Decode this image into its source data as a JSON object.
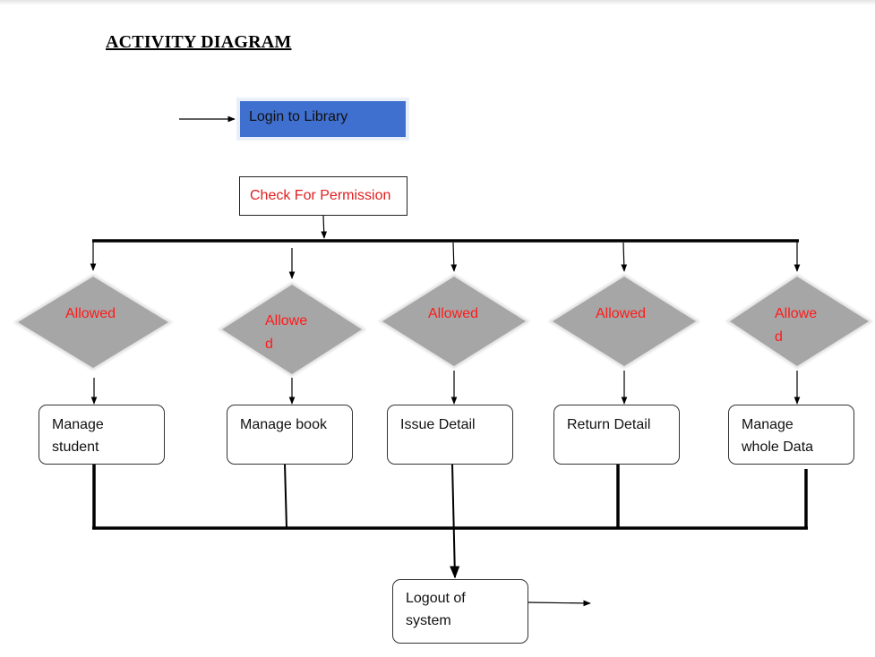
{
  "title": "ACTIVITY DIAGRAM",
  "nodes": {
    "login": "Login to Library",
    "check_permission": "Check For Permission",
    "decisions": [
      {
        "line1": "Allowed",
        "line2": ""
      },
      {
        "line1": "Allowe",
        "line2": "d"
      },
      {
        "line1": "Allowed",
        "line2": ""
      },
      {
        "line1": "Allowed",
        "line2": ""
      },
      {
        "line1": "Allowe",
        "line2": "d"
      }
    ],
    "actions": [
      {
        "line1": "Manage",
        "line2": "student"
      },
      {
        "line1": "Manage book",
        "line2": ""
      },
      {
        "line1": "Issue Detail",
        "line2": ""
      },
      {
        "line1": "Return Detail",
        "line2": ""
      },
      {
        "line1": "Manage",
        "line2": "whole Data"
      }
    ],
    "logout": {
      "line1": "Logout of",
      "line2": "system"
    }
  },
  "colors": {
    "login_fill": "#3f6fcf",
    "decision_fill": "#a6a6a6",
    "decision_text": "#ff1a1a",
    "check_text": "#e02020"
  }
}
